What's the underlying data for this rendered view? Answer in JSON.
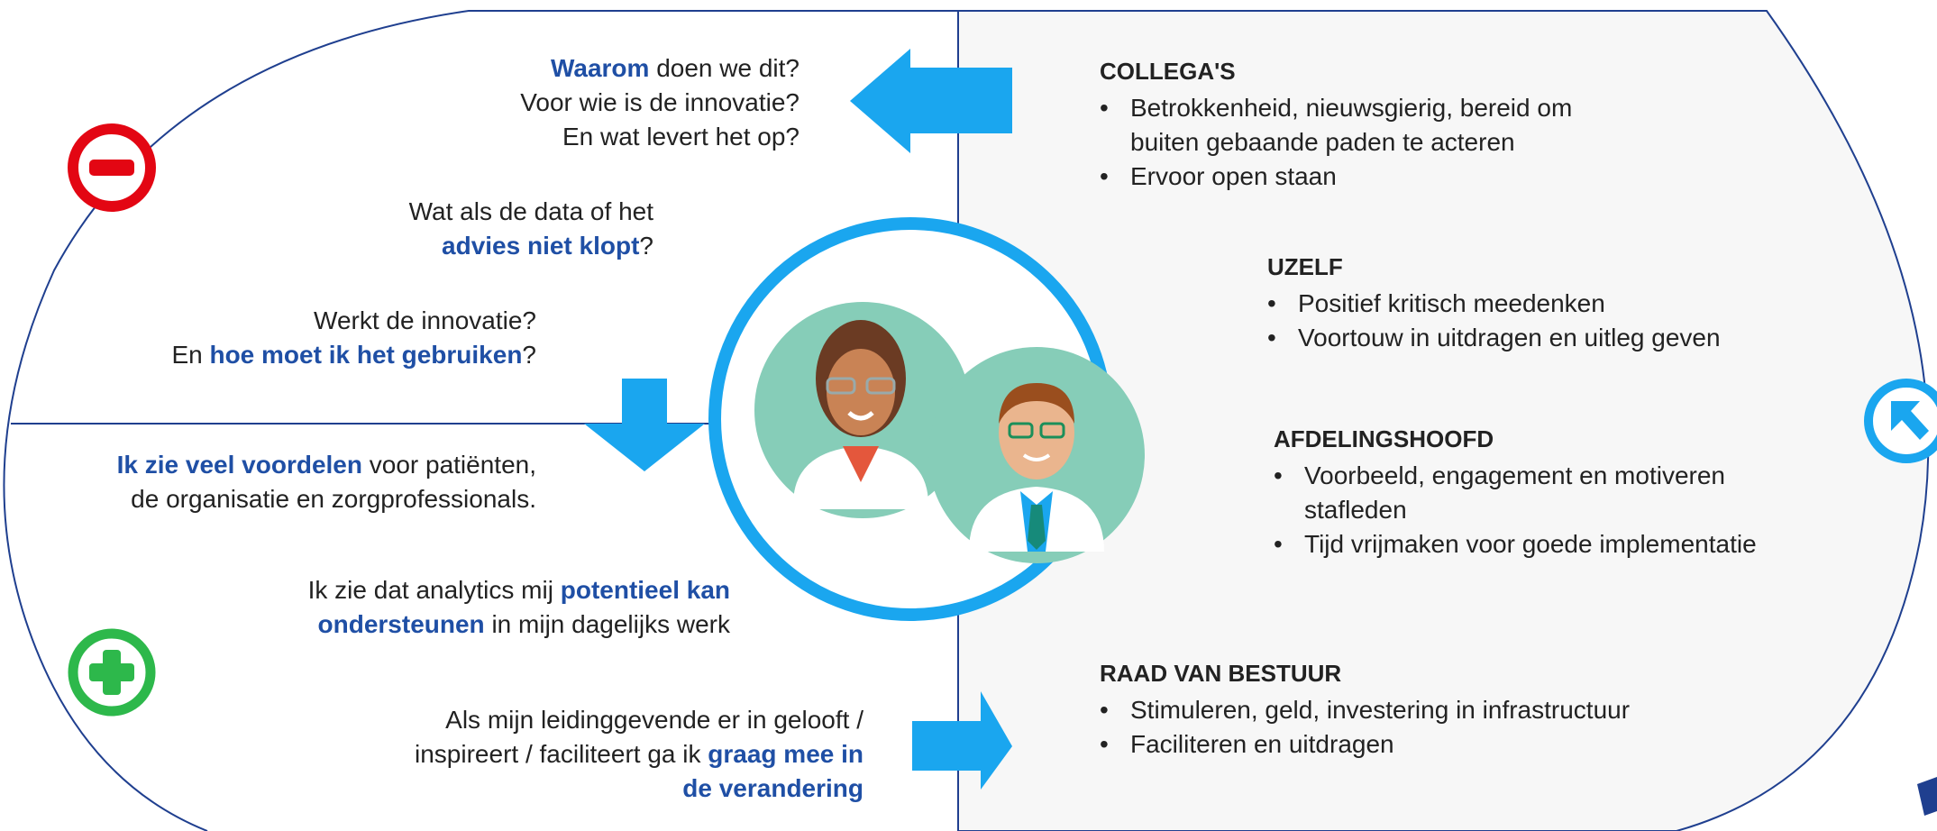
{
  "colors": {
    "accent_blue": "#1f4fa5",
    "arrow_blue": "#1aa6ef",
    "minus_red": "#e30613",
    "plus_green": "#2db84b"
  },
  "icons": {
    "minus": "minus-circle-icon",
    "plus": "plus-circle-icon",
    "arrow_corner": "arrow-up-left-icon"
  },
  "left": {
    "q1": {
      "b": "Waarom",
      "t1": " doen we dit?",
      "l2": "Voor wie is de innovatie?",
      "l3": "En wat levert het op?"
    },
    "q2": {
      "l1": "Wat als de data of het",
      "b": "advies niet klopt",
      "t2": "?"
    },
    "q3": {
      "l1": "Werkt de innovatie?",
      "p": "En ",
      "b": "hoe moet ik het gebruiken",
      "t2": "?"
    },
    "p1": {
      "b": "Ik zie veel voordelen",
      "t1": " voor patiënten,",
      "l2": "de organisatie en  zorgprofessionals."
    },
    "p2": {
      "t1": "Ik zie dat analytics mij ",
      "b1": "potentieel kan",
      "b2": "ondersteunen",
      "t2": " in mijn dagelijks werk"
    },
    "p3": {
      "l1": "Als mijn leidinggevende er in gelooft /",
      "t2": "inspireert / faciliteert ga ik ",
      "b1": "graag mee in",
      "b2": "de verandering"
    }
  },
  "right": {
    "collegas": {
      "title": "COLLEGA'S",
      "i1a": "Betrokkenheid, nieuwsgierig, bereid om",
      "i1b": "buiten gebaande paden te acteren",
      "i2": "Ervoor open staan"
    },
    "uzelf": {
      "title": "UZELF",
      "i1": "Positief kritisch meedenken",
      "i2": "Voortouw in uitdragen en uitleg geven"
    },
    "afdelingshoofd": {
      "title": "AFDELINGSHOOFD",
      "i1a": "Voorbeeld, engagement en motiveren",
      "i1b": "stafleden",
      "i2": "Tijd vrijmaken voor goede implementatie"
    },
    "rvb": {
      "title": "RAAD VAN BESTUUR",
      "i1": "Stimuleren, geld, investering in infrastructuur",
      "i2": "Faciliteren en uitdragen"
    }
  }
}
